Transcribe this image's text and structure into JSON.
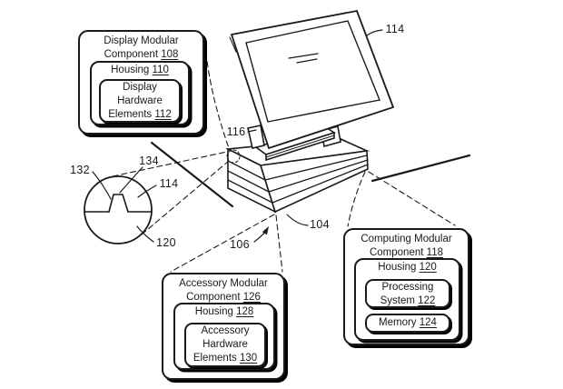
{
  "figure_labels": {
    "monitor": "114",
    "hinge": "116",
    "base": "104",
    "system": "106",
    "detail_tab_left": "132",
    "detail_tab_top": "134",
    "detail_upper": "114",
    "detail_lower": "120"
  },
  "boxes": {
    "display": {
      "title_line1": "Display Modular",
      "title_line2_text": "Component",
      "title_line2_num": "108",
      "housing_text": "Housing",
      "housing_num": "110",
      "inner_line1": "Display",
      "inner_line2": "Hardware",
      "inner_line3_text": "Elements",
      "inner_line3_num": "112"
    },
    "accessory": {
      "title_line1": "Accessory Modular",
      "title_line2_text": "Component",
      "title_line2_num": "126",
      "housing_text": "Housing",
      "housing_num": "128",
      "inner_line1": "Accessory",
      "inner_line2": "Hardware",
      "inner_line3_text": "Elements",
      "inner_line3_num": "130"
    },
    "computing": {
      "title_line1": "Computing Modular",
      "title_line2_text": "Component",
      "title_line2_num": "118",
      "housing_text": "Housing",
      "housing_num": "120",
      "proc_line1": "Processing",
      "proc_line2_text": "System",
      "proc_line2_num": "122",
      "mem_text": "Memory",
      "mem_num": "124"
    }
  },
  "colors": {
    "ink": "#1a1a1a",
    "background": "#ffffff"
  }
}
